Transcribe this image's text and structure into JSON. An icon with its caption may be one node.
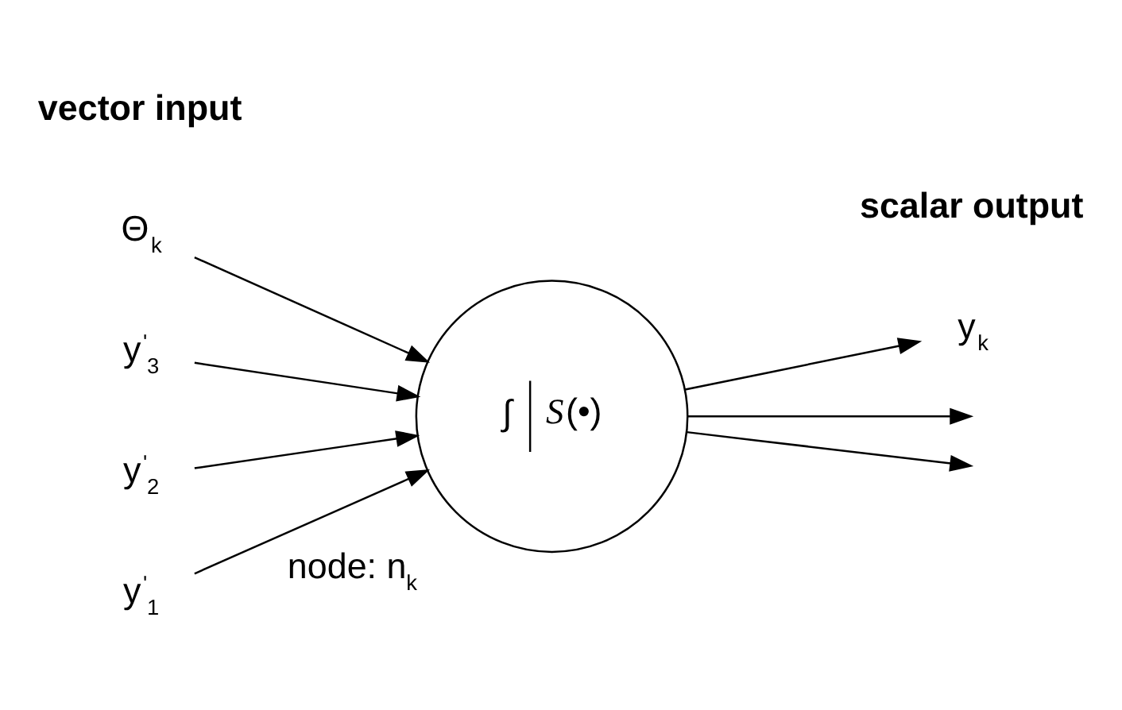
{
  "diagram": {
    "nodes": [
      {
        "text": [
          "Θ$_{k}$"
        ]
      },
      {
        "text": [
          "∫",
          "*S*(•)"
        ],
        "beside": [
          "node: n$_{k}$"
        ]
      },
      {
        "text": [
          "y$^{'}$$_{3}$"
        ]
      },
      {
        "text": [
          "y$^{'}$$_{2}$"
        ]
      },
      {
        "text": [
          "y$^{'}$$_{1}$"
        ]
      },
      {
        "text": [
          "y$_{k}$"
        ]
      }
    ],
    "edges": [
      {
        "from": 0,
        "to": 1,
        "arrow": "to"
      },
      {
        "from": 2,
        "to": 1,
        "arrow": "to"
      },
      {
        "from": 3,
        "to": 1,
        "arrow": "to"
      },
      {
        "from": 4,
        "to": 1,
        "arrow": "to"
      },
      {
        "from": 1,
        "to": null,
        "arrow": "to"
      },
      {
        "from": 1,
        "to": 5,
        "arrow": "to"
      },
      {
        "from": 1,
        "to": null,
        "arrow": "to"
      }
    ],
    "labels": [
      "vector input",
      "scalar output"
    ]
  }
}
